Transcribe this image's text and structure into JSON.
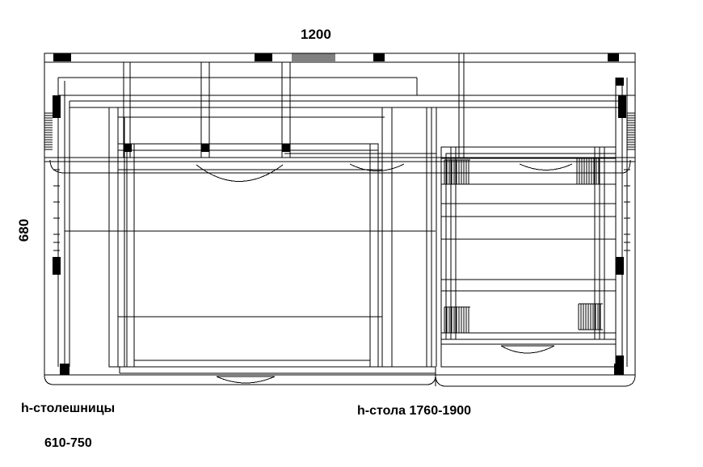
{
  "dimensions": {
    "width": "1200",
    "depth": "680"
  },
  "notes": {
    "tabletop_height_label": "h-столешницы",
    "tabletop_height_value": "610-750",
    "table_height": "h-стола 1760-1900"
  },
  "colors": {
    "ink": "#000000",
    "paper": "#ffffff"
  }
}
